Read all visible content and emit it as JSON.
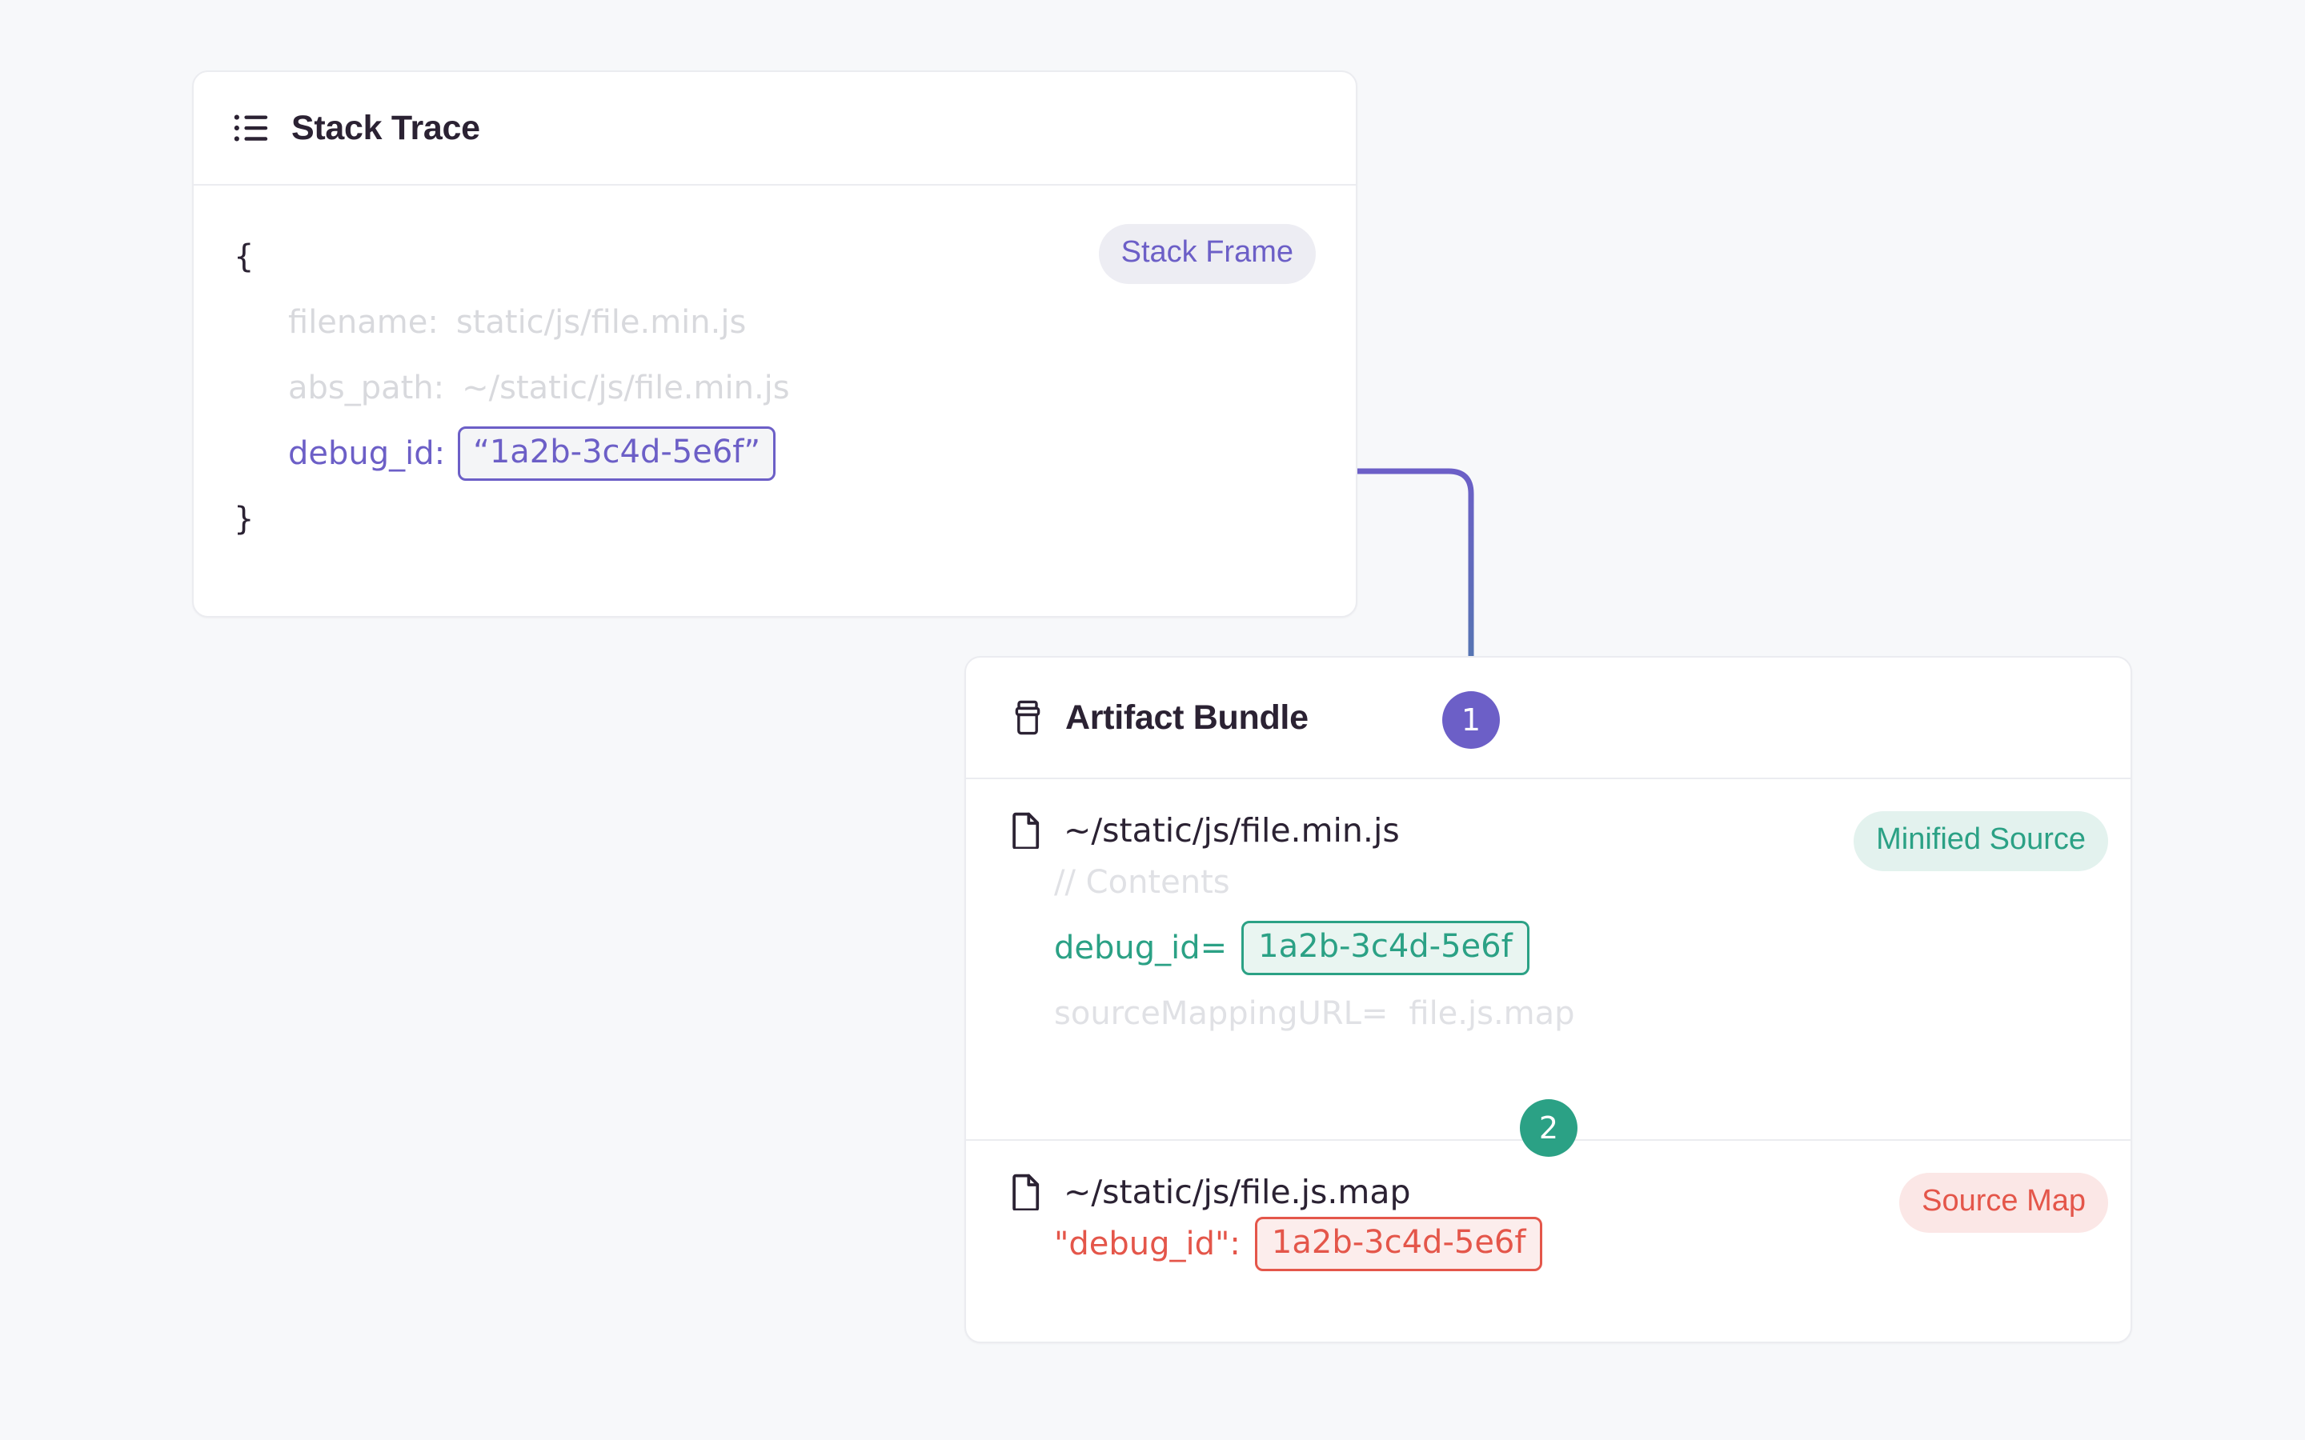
{
  "canvas": {
    "background_color": "#F7F8FA"
  },
  "colors": {
    "purple": "#6C5FC7",
    "green": "#2BA185",
    "red": "#E4564A",
    "text_dark": "#2B2233",
    "muted": "#D8D9DD",
    "card_border": "#EBECF0"
  },
  "stack_trace": {
    "title": "Stack Trace",
    "icon": "list-icon",
    "badge": "Stack Frame",
    "open_brace": "{",
    "close_brace": "}",
    "fields": [
      {
        "key": "filename:",
        "value": "static/js/file.min.js",
        "style": "muted"
      },
      {
        "key": "abs_path:",
        "value": "~/static/js/file.min.js",
        "style": "muted"
      }
    ],
    "debug_id": {
      "key": "debug_id:",
      "value": "“1a2b-3c4d-5e6f”"
    }
  },
  "artifact_bundle": {
    "title": "Artifact Bundle",
    "icon": "package-icon",
    "rows": [
      {
        "file_icon": "file-icon",
        "path": "~/static/js/file.min.js",
        "badge": "Minified Source",
        "badge_style": "green",
        "lines": [
          {
            "text": "// Contents",
            "style": "muted"
          }
        ],
        "debug_id": {
          "key": "debug_id=",
          "value": "1a2b-3c4d-5e6f"
        },
        "source_mapping": {
          "key": "sourceMappingURL=",
          "value": "file.js.map"
        }
      },
      {
        "file_icon": "file-icon",
        "path": "~/static/js/file.js.map",
        "badge": "Source Map",
        "badge_style": "red",
        "debug_id": {
          "key": "\"debug_id\":",
          "value": "1a2b-3c4d-5e6f"
        }
      }
    ]
  },
  "steps": [
    {
      "number": "1",
      "color": "purple"
    },
    {
      "number": "2",
      "color": "green"
    }
  ]
}
